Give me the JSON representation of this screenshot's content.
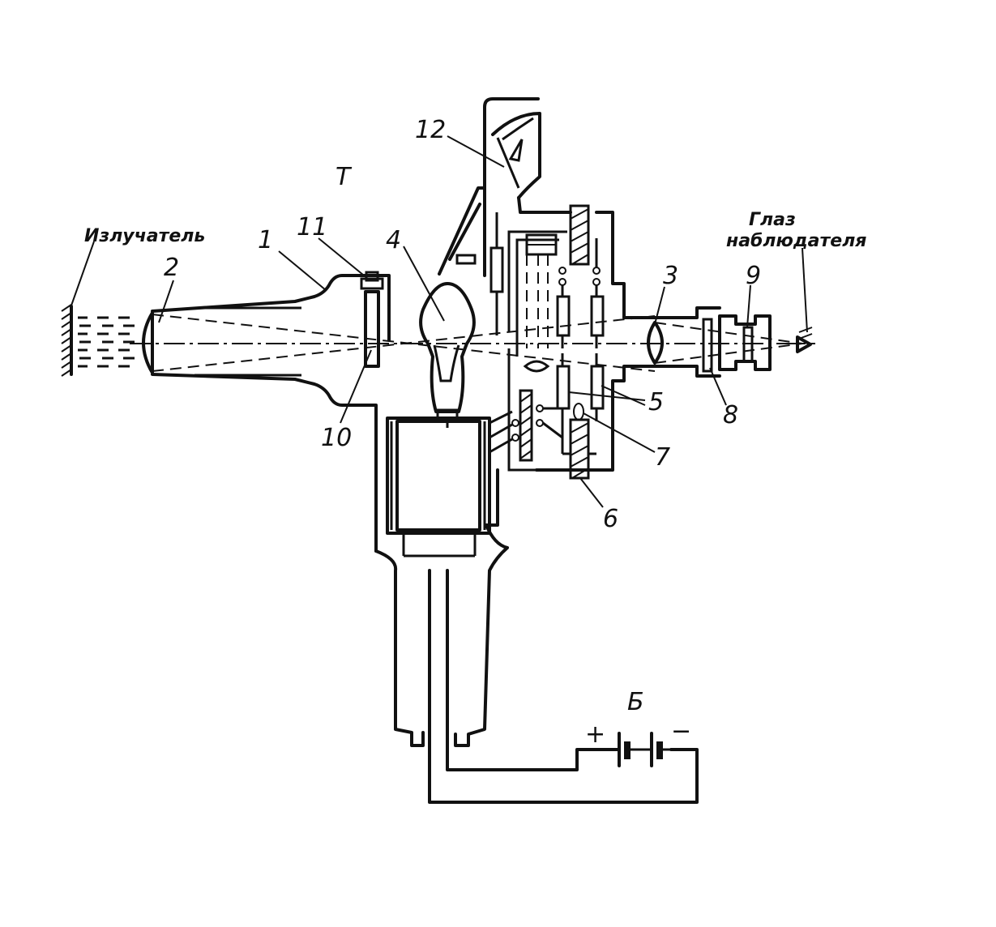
{
  "labels": {
    "emitter": "Излучатель",
    "observer_eye_line1": "Глаз",
    "observer_eye_line2": "наблюдателя",
    "t": "Т",
    "battery": "Б",
    "plus": "+",
    "minus": "−",
    "n1": "1",
    "n2": "2",
    "n3": "3",
    "n4": "4",
    "n5": "5",
    "n6": "6",
    "n7": "7",
    "n8": "8",
    "n9": "9",
    "n10": "10",
    "n11": "11",
    "n12": "12"
  }
}
